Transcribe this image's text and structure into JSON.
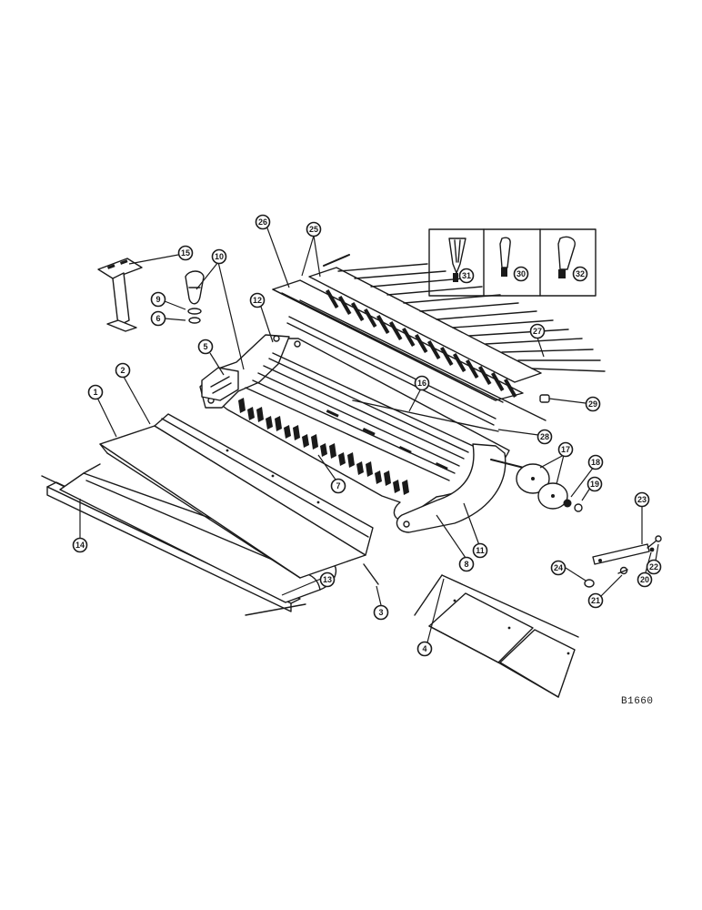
{
  "drawing_number": "B1660",
  "callouts": [
    "1",
    "2",
    "3",
    "4",
    "5",
    "6",
    "7",
    "8",
    "9",
    "10",
    "11",
    "12",
    "13",
    "14",
    "15",
    "16",
    "17",
    "18",
    "19",
    "20",
    "21",
    "22",
    "23",
    "24",
    "25",
    "26",
    "27",
    "28",
    "29",
    "30",
    "31",
    "32"
  ],
  "part_labels": [
    {
      "label": "1"
    },
    {
      "label": "2"
    },
    {
      "label": "3"
    },
    {
      "label": "4"
    },
    {
      "label": "5"
    },
    {
      "label": "6"
    },
    {
      "label": "7"
    },
    {
      "label": "8"
    },
    {
      "label": "9"
    },
    {
      "label": "10"
    },
    {
      "label": "11"
    },
    {
      "label": "12"
    },
    {
      "label": "13"
    },
    {
      "label": "14"
    },
    {
      "label": "15"
    },
    {
      "label": "16"
    },
    {
      "label": "17"
    },
    {
      "label": "18"
    },
    {
      "label": "19"
    },
    {
      "label": "20"
    },
    {
      "label": "21"
    },
    {
      "label": "22"
    },
    {
      "label": "23"
    },
    {
      "label": "24"
    },
    {
      "label": "25"
    },
    {
      "label": "26"
    },
    {
      "label": "27"
    },
    {
      "label": "28"
    },
    {
      "label": "29"
    },
    {
      "label": "30"
    },
    {
      "label": "31"
    },
    {
      "label": "32"
    }
  ]
}
